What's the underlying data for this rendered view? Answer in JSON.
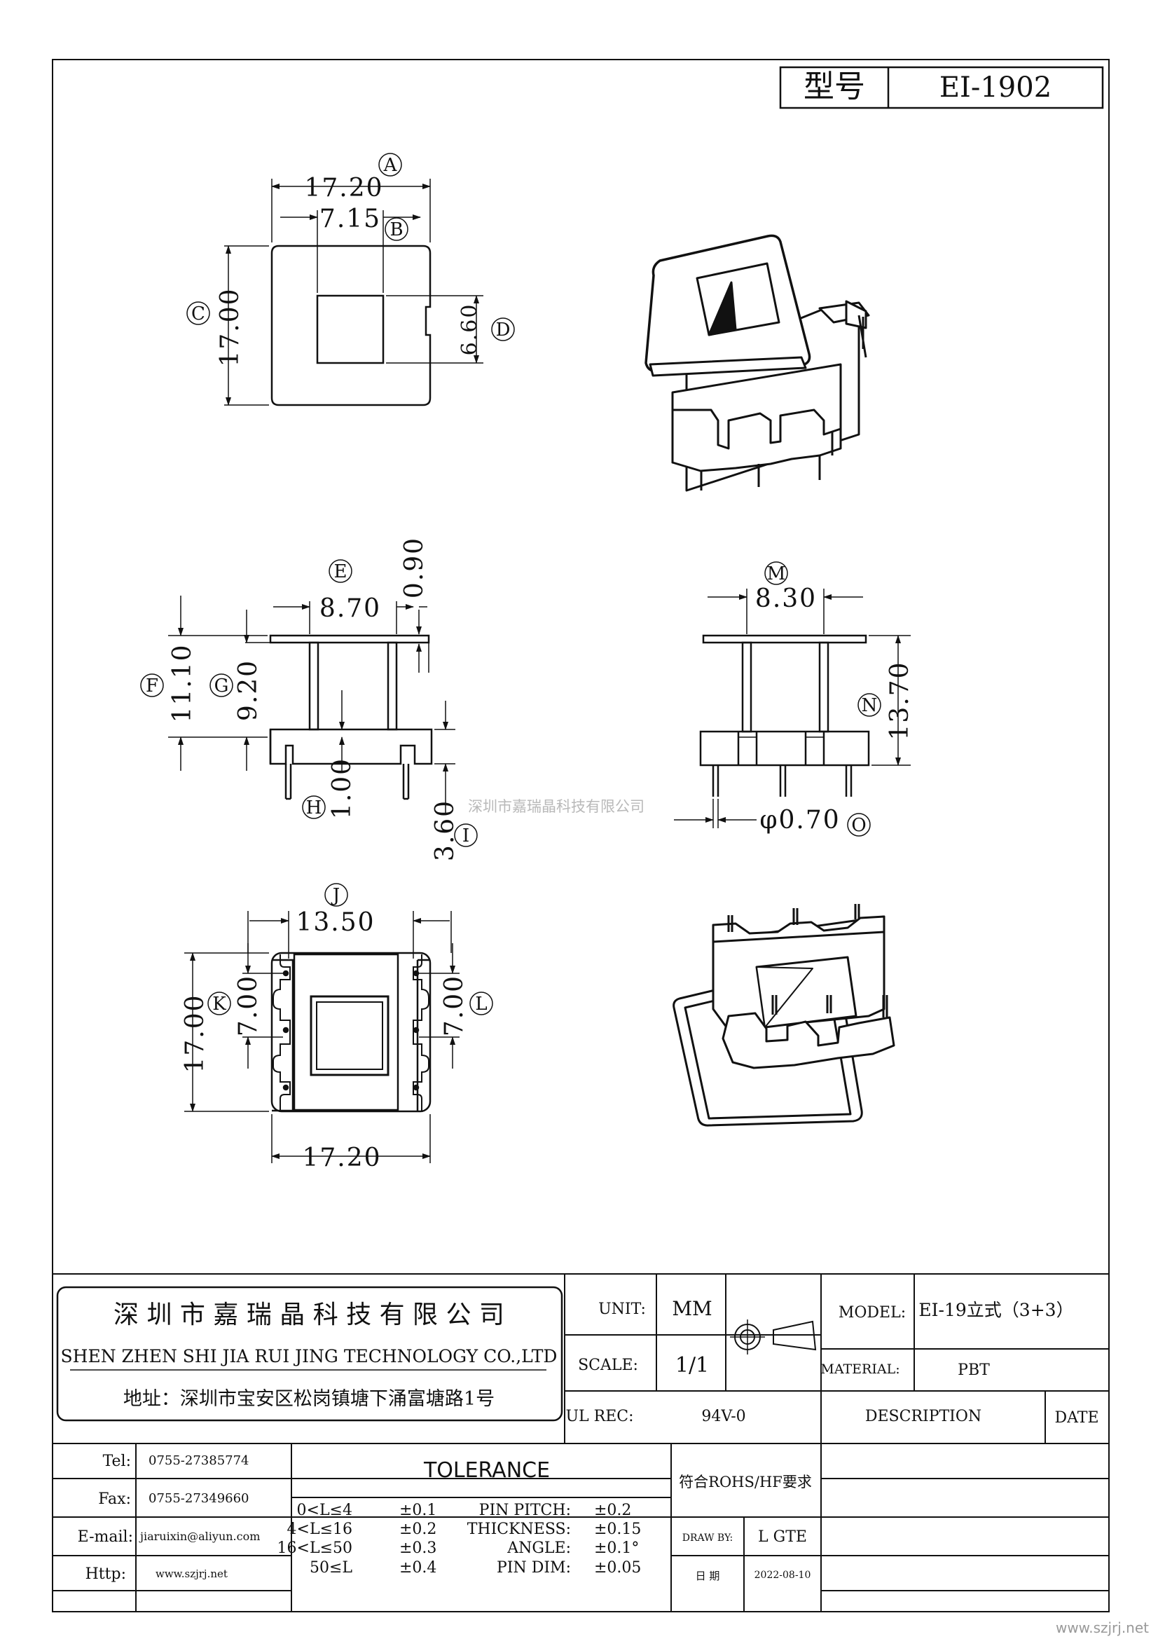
{
  "header": {
    "label": "型号",
    "value": "EI-1902"
  },
  "dims": {
    "a": "17.20",
    "b": "7.15",
    "c": "17.00",
    "d": "6.60",
    "e": "8.70",
    "e2": "0.90",
    "f": "11.10",
    "g": "9.20",
    "h": "1.00",
    "i": "3.60",
    "m": "8.30",
    "n": "13.70",
    "o": "φ0.70",
    "j": "13.50",
    "k": "7.00",
    "l": "7.00",
    "bottom_height": "17.00",
    "bottom_width": "17.20"
  },
  "markers": {
    "A": "A",
    "B": "B",
    "C": "C",
    "D": "D",
    "E": "E",
    "F": "F",
    "G": "G",
    "H": "H",
    "I": "I",
    "J": "J",
    "K": "K",
    "L": "L",
    "M": "M",
    "N": "N",
    "O": "O"
  },
  "watermark": "深圳市嘉瑞晶科技有限公司",
  "company": {
    "name_cn": "深 圳 市 嘉 瑞 晶 科 技 有 限 公 司",
    "name_en": "SHEN ZHEN SHI   JIA RUI JING   TECHNOLOGY CO.,LTD",
    "address": "地址：深圳市宝安区松岗镇塘下涌富塘路1号"
  },
  "spec": {
    "unit_label": "UNIT:",
    "unit_value": "MM",
    "scale_label": "SCALE:",
    "scale_value": "1/1",
    "ul_label": "UL REC:",
    "ul_value": "94V-0",
    "model_label": "MODEL:",
    "model_value": "EI-19立式（3+3）",
    "material_label": "MATERIAL:",
    "material_value": "PBT",
    "description_label": "DESCRIPTION",
    "date_label": "DATE"
  },
  "contact": {
    "tel_label": "Tel:",
    "tel_value": "0755-27385774",
    "fax_label": "Fax:",
    "fax_value": "0755-27349660",
    "email_label": "E-mail:",
    "email_value": "jiaruixin@aliyun.com",
    "http_label": "Http:",
    "http_value": "www.szjrj.net"
  },
  "tolerance": {
    "title": "TOLERANCE",
    "ranges": [
      {
        "range": "0<L≤4",
        "value": "±0.1"
      },
      {
        "range": "4<L≤16",
        "value": "±0.2"
      },
      {
        "range": "16<L≤50",
        "value": "±0.3"
      },
      {
        "range": "50≤L",
        "value": "±0.4"
      }
    ],
    "extras": [
      {
        "label": "PIN PITCH:",
        "value": "±0.2"
      },
      {
        "label": "THICKNESS:",
        "value": "±0.15"
      },
      {
        "label": "ANGLE:",
        "value": "±0.1°"
      },
      {
        "label": "PIN DIM:",
        "value": "±0.05"
      }
    ]
  },
  "compliance": "符合ROHS/HF要求",
  "draw": {
    "draw_label": "DRAW BY:",
    "draw_value": "L GTE",
    "date_label": "日 期",
    "date_value": "2022-08-10"
  },
  "footer_url": "www.szjrj.net"
}
